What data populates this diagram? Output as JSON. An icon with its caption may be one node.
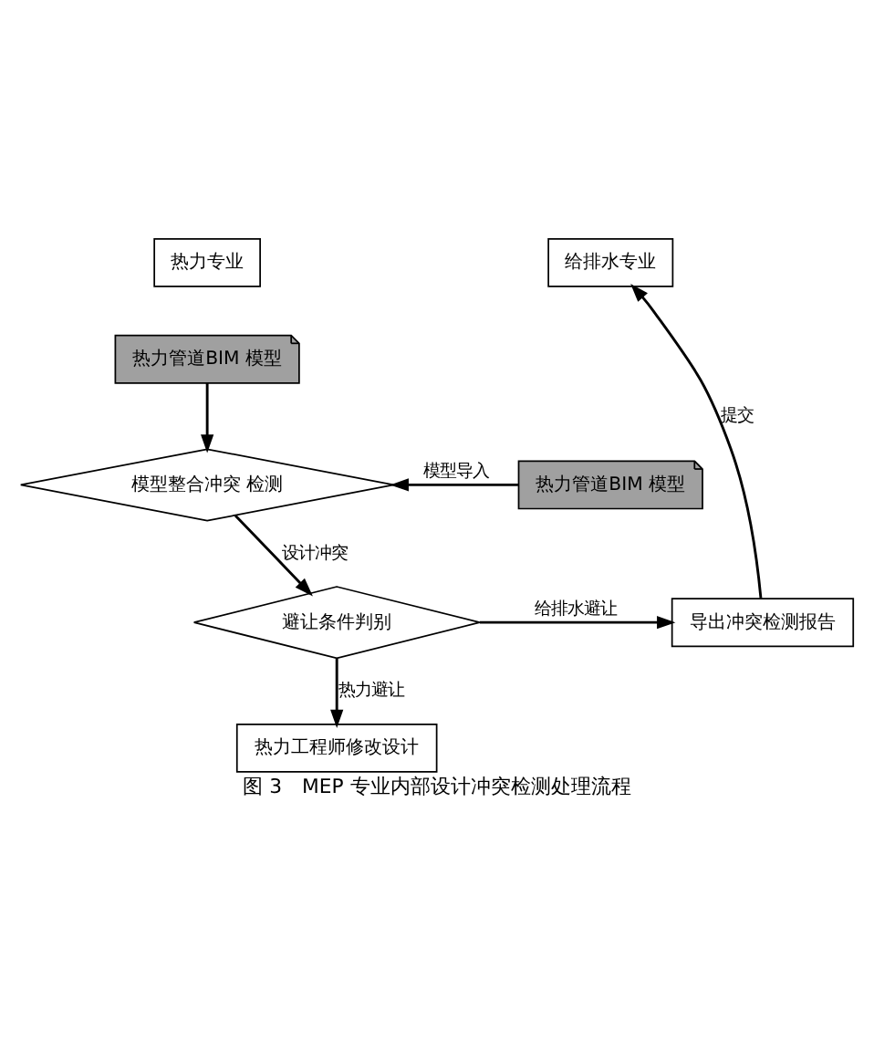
{
  "diagram": {
    "caption": "图 3　MEP 专业内部设计冲突检测处理流程",
    "nodes": [
      {
        "text": [
          "热力专业"
        ]
      },
      {
        "text": [
          "热力管道BIM 模型"
        ]
      },
      {
        "text": [
          "模型整合冲突 检测"
        ]
      },
      {
        "text": [
          "给排水专业"
        ]
      },
      {
        "text": [
          "热力管道BIM 模型"
        ]
      },
      {
        "text": [
          "避让条件判别"
        ]
      },
      {
        "text": [
          "导出冲突检测报告"
        ]
      },
      {
        "text": [
          "热力工程师修改设计"
        ]
      }
    ],
    "edges": [
      {
        "from": 1,
        "to": 2,
        "arrow": "to"
      },
      {
        "from": 4,
        "to": 2,
        "arrow": "to",
        "label": "模型导入"
      },
      {
        "from": 2,
        "to": 5,
        "arrow": "to",
        "label": "设计冲突"
      },
      {
        "from": 5,
        "to": 6,
        "arrow": "to",
        "label": "给排水避让"
      },
      {
        "from": 6,
        "to": 3,
        "arrow": "to",
        "label": "提交"
      },
      {
        "from": 5,
        "to": 7,
        "arrow": "to",
        "label": "热力避让"
      }
    ]
  }
}
